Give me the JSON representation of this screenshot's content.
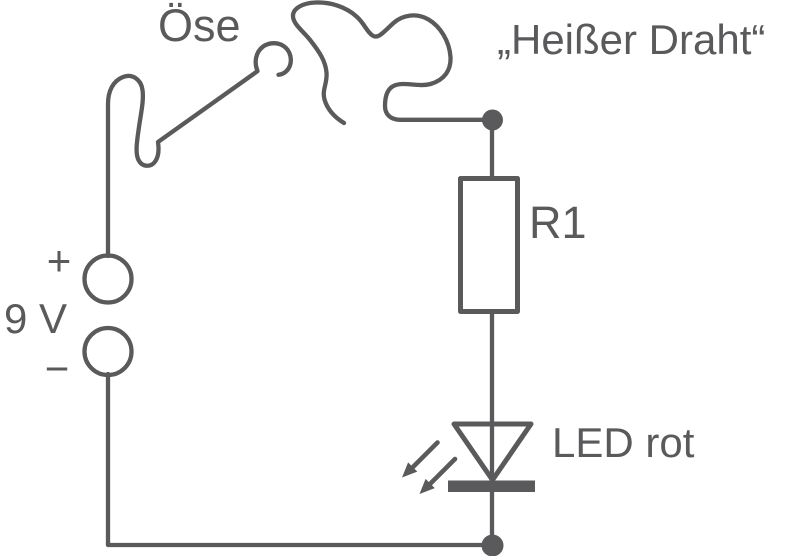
{
  "labels": {
    "loop": "Öse",
    "hot_wire": "„Heißer Draht“",
    "battery_voltage": "9 V",
    "battery_plus": "+",
    "battery_minus": "−",
    "resistor": "R1",
    "led": "LED rot"
  },
  "colors": {
    "line": "#5a5a5c",
    "background": "#ffffff"
  }
}
